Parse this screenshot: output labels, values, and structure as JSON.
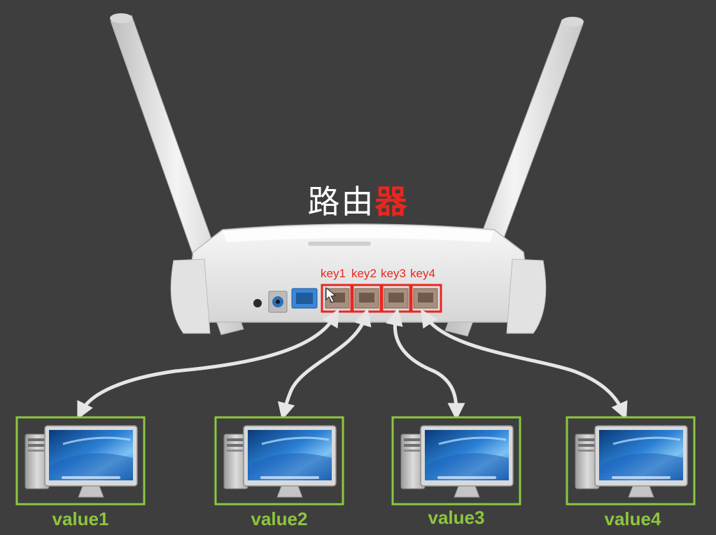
{
  "title": {
    "main": "路由",
    "accent": "器"
  },
  "colors": {
    "background": "#3e3e3e",
    "accent_red": "#e8271f",
    "frame_green": "#8dc63f",
    "arrow": "#e6e6e6",
    "router_body": "#ececec"
  },
  "ports": [
    {
      "key": "key1"
    },
    {
      "key": "key2"
    },
    {
      "key": "key3"
    },
    {
      "key": "key4"
    }
  ],
  "computers": [
    {
      "value": "value1",
      "icon": "desktop-computer-icon"
    },
    {
      "value": "value2",
      "icon": "desktop-computer-icon"
    },
    {
      "value": "value3",
      "icon": "desktop-computer-icon"
    },
    {
      "value": "value4",
      "icon": "desktop-computer-icon"
    }
  ]
}
